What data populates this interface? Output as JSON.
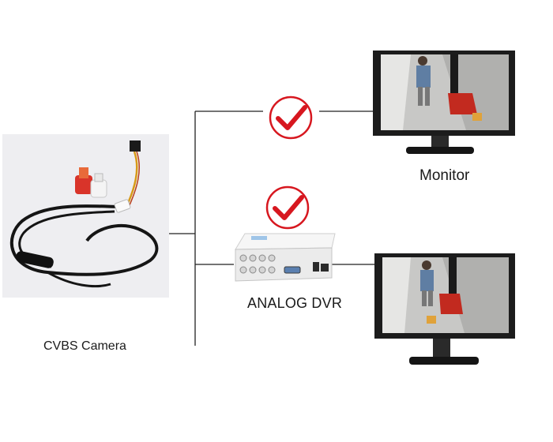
{
  "labels": {
    "camera": "CVBS Camera",
    "dvr": "ANALOG DVR",
    "monitor": "Monitor"
  },
  "icons": {
    "check_top": "check-circle-icon",
    "check_dvr": "check-circle-icon"
  },
  "colors": {
    "check": "#d7171f",
    "line": "#222222",
    "monitor_body": "#1c1c1c",
    "camera_bg": "#f0f0f2"
  }
}
